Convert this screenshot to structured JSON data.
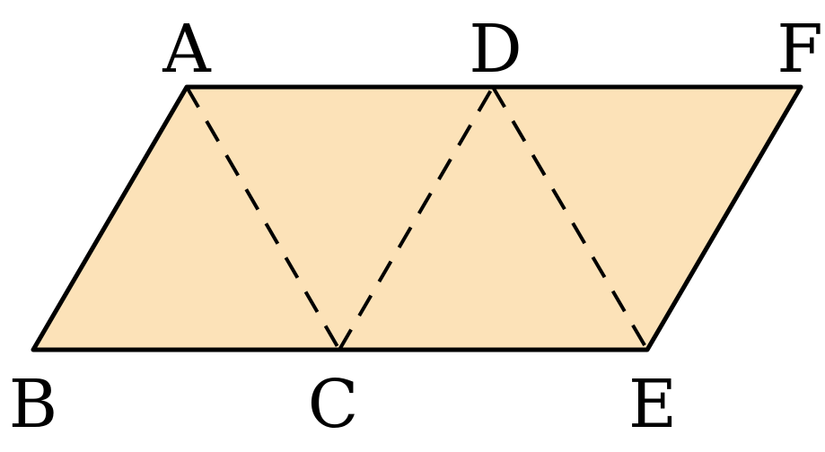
{
  "colors": {
    "fill": "#FCE2B8",
    "stroke": "#000000"
  },
  "shape": {
    "outline": [
      "A",
      "F",
      "E",
      "B"
    ],
    "dashed_segments": [
      [
        "A",
        "C"
      ],
      [
        "C",
        "D"
      ],
      [
        "D",
        "E"
      ]
    ]
  },
  "labels": {
    "A": "A",
    "B": "B",
    "C": "C",
    "D": "D",
    "E": "E",
    "F": "F"
  }
}
